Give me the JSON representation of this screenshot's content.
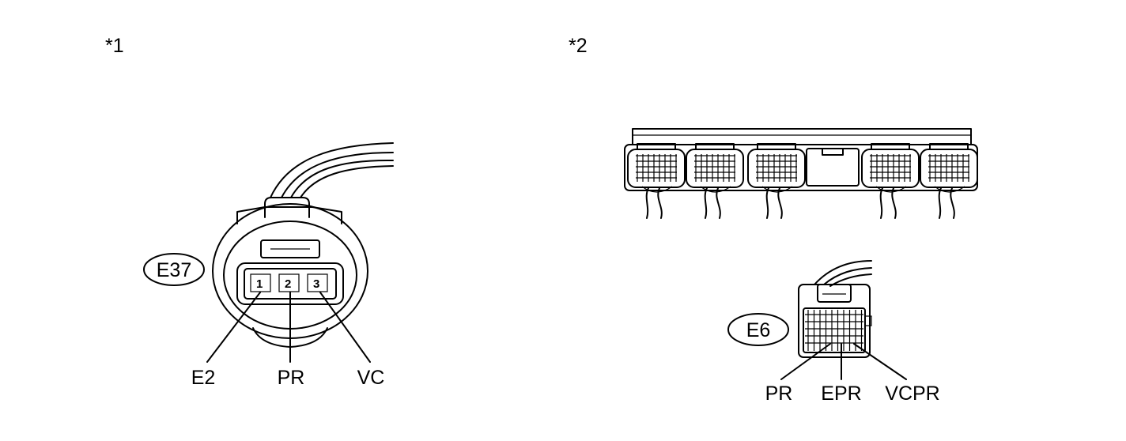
{
  "panels": [
    {
      "marker": "*1",
      "connector_id": "E37",
      "pin_numbers": [
        "1",
        "2",
        "3"
      ],
      "terminals": [
        "E2",
        "PR",
        "VC"
      ]
    },
    {
      "marker": "*2",
      "connector_id": "E6",
      "terminals": [
        "PR",
        "EPR",
        "VCPR"
      ]
    }
  ]
}
